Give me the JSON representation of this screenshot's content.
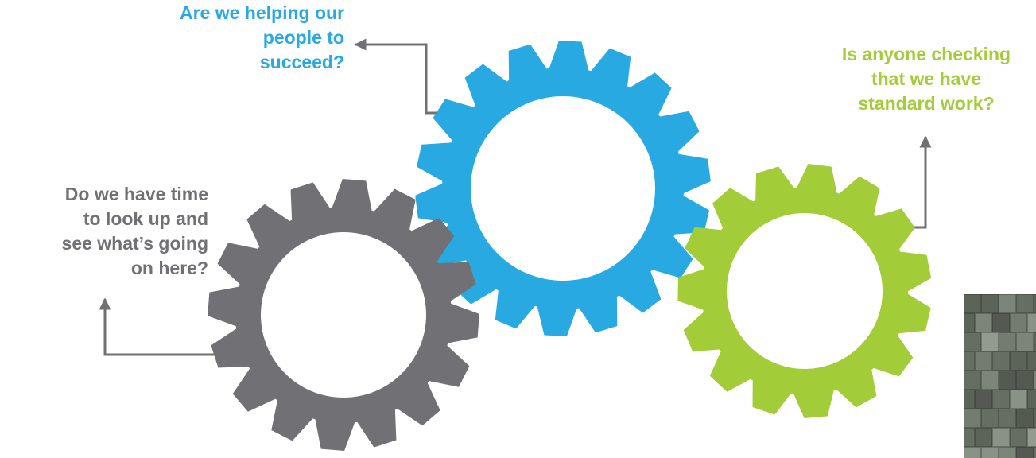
{
  "colors": {
    "gray": "#717074",
    "blue": "#29A9E1",
    "green": "#A3CC39",
    "connector": "#717074",
    "background": "#FFFFFF"
  },
  "gears": {
    "gray": {
      "color": "gray"
    },
    "blue": {
      "color": "blue"
    },
    "green": {
      "color": "green"
    }
  },
  "captions": {
    "gray": {
      "color": "gray",
      "lines": [
        "Do we have time",
        "to look up and",
        "see what’s going",
        "on here?"
      ]
    },
    "blue": {
      "color": "blue",
      "lines": [
        "Are we helping our",
        "people to",
        "succeed?"
      ]
    },
    "green": {
      "color": "green",
      "lines": [
        "Is anyone checking",
        "that we have",
        "standard work?"
      ]
    }
  },
  "photo": {
    "icon": "paved-floor-photo",
    "tone": "#6F776B"
  }
}
